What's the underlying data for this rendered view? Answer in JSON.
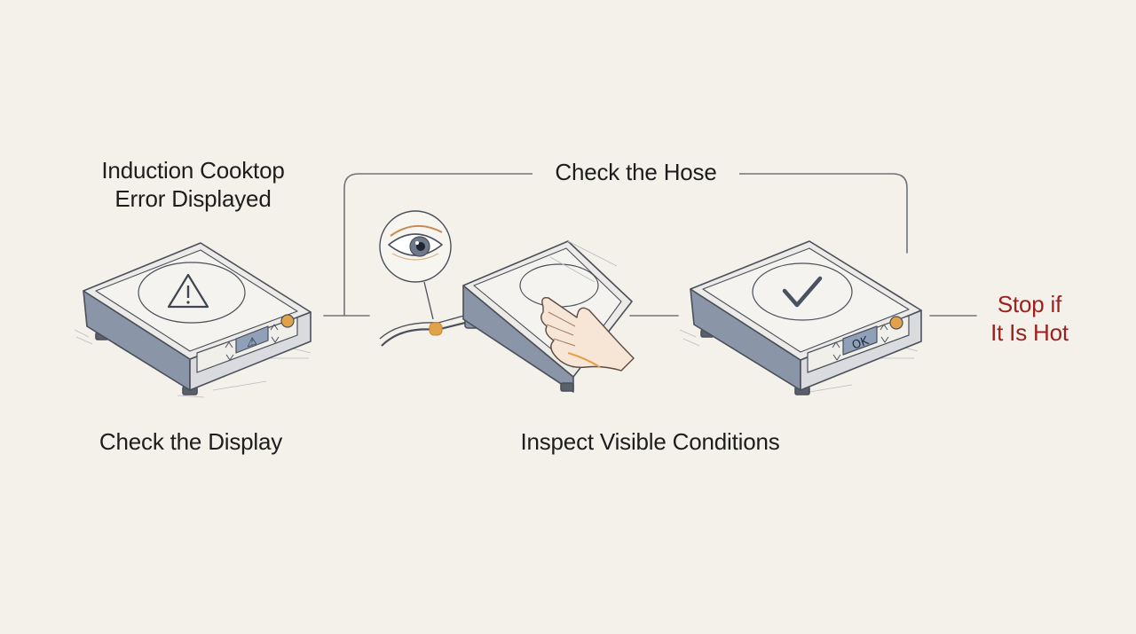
{
  "labels": {
    "error_line1": "Induction Cooktop",
    "error_line2": "Error Displayed",
    "check_hose": "Check the Hose",
    "check_display": "Check the Display",
    "inspect": "Inspect Visible Conditions",
    "stop_line1": "Stop if",
    "stop_line2": "It Is Hot"
  },
  "cooktop_screens": {
    "left": "⚠",
    "right": "OK"
  },
  "icons": [
    "warning-icon",
    "eye-icon",
    "hand-icon",
    "checkmark-icon",
    "knob-icon",
    "arrow-up-icon",
    "arrow-down-icon"
  ],
  "colors": {
    "background": "#f3f1ea",
    "stroke": "#4a4f5a",
    "cooktop_side": "#8a96a8",
    "accent_orange": "#e2a24a",
    "warning_red": "#9e2020",
    "screen": "#8fa0b8"
  }
}
